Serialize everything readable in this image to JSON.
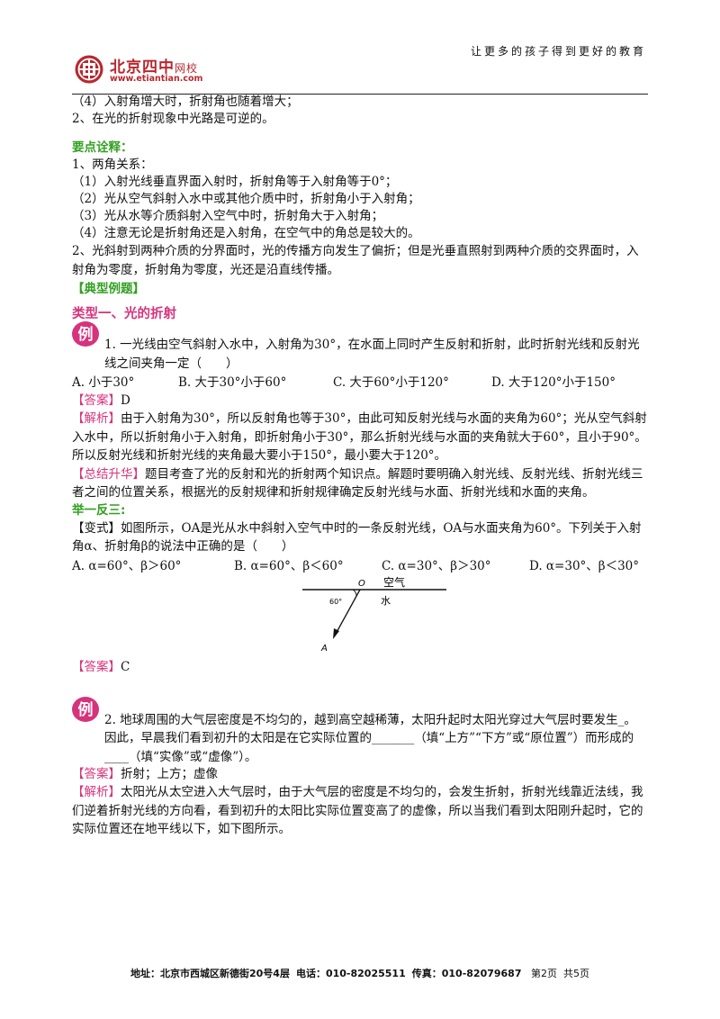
{
  "header": {
    "slogan": "让更多的孩子得到更好的教育",
    "logo_cn": "北京四中",
    "logo_sub": "网校",
    "logo_url": "www.etiantian.com"
  },
  "intro": {
    "line1": "（4）入射角增大时，折射角也随着增大；",
    "line2": "2、在光的折射现象中光路是可逆的。"
  },
  "key_points": {
    "title": "要点诠释：",
    "items": [
      "1、两角关系：",
      "（1）入射光线垂直界面入射时，折射角等于入射角等于0°；",
      "（2）光从空气斜射入水中或其他介质中时，折射角小于入射角；",
      "（3）光从水等介质斜射入空气中时，折射角大于入射角；",
      "（4）注意无论是折射角还是入射角，在空气中的角总是较大的。"
    ],
    "para2": "2、光斜射到两种介质的分界面时，光的传播方向发生了偏折；但是光垂直照射到两种介质的交界面时，入射角为零度，折射角为零度，光还是沿直线传播。"
  },
  "typical_title": "【典型例题】",
  "type1_title": "类型一、光的折射",
  "badge_label": "例",
  "ex1": {
    "question": "1. 一光线由空气斜射入水中，入射角为30°，在水面上同时产生反射和折射，此时折射光线和反射光线之间夹角一定（　　）",
    "options": [
      "A. 小于30°",
      "B. 大于30°小于60°",
      "C. 大于60°小于120°",
      "D. 大于120°小于150°"
    ],
    "answer_tag": "【答案】",
    "answer": "D",
    "analysis_tag": "【解析】",
    "analysis": "由于入射角为30°，所以反射角也等于30°，由此可知反射光线与水面的夹角为60°；光从空气斜射入水中，所以折射角小于入射角，即折射角小于30°，那么折射光线与水面的夹角就大于60°，且小于90°。所以反射光线和折射光线的夹角最大要小于150°，最小要大于120°。",
    "summary_tag": "【总结升华】",
    "summary": "题目考查了光的反射和光的折射两个知识点。解题时要明确入射光线、反射光线、折射光线三者之间的位置关系，根据光的反射规律和折射规律确定反射光线与水面、折射光线和水面的夹角。"
  },
  "variant": {
    "title": "举一反三:",
    "tag": "【变式】",
    "question": "如图所示，OA是光从水中斜射入空气中时的一条反射光线，OA与水面夹角为60°。下列关于入射角α、折射角β的说法中正确的是（　　）",
    "options": [
      "A. α=60°、β＞60°",
      "B. α=60°、β＜60°",
      "C. α=30°、β＞30°",
      "D. α=30°、β＜30°"
    ],
    "answer_tag": "【答案】",
    "answer": "C",
    "figure": {
      "label_o": "O",
      "label_air": "空气",
      "label_water": "水",
      "label_angle": "60°",
      "label_a": "A"
    }
  },
  "ex2": {
    "question": "2. 地球周围的大气层密度是不均匀的，越到高空越稀薄，太阳升起时太阳光穿过大气层时要发生_。因此，早晨我们看到初升的太阳是在它实际位置的_______（填“上方”“下方”或“原位置”）而形成的____（填“实像”或“虚像”）。",
    "answer_tag": "【答案】",
    "answer": "折射；上方；虚像",
    "analysis_tag": "【解析】",
    "analysis": "太阳光从太空进入大气层时，由于大气层的密度是不均匀的，会发生折射，折射光线靠近法线，我们逆着折射光线的方向看，看到初升的太阳比实际位置变高了的虚像，所以当我们看到太阳刚升起时，它的实际位置还在地平线以下，如下图所示。"
  },
  "footer": {
    "address": "地址：北京市西城区新德街20号4层",
    "phone": "电话：010-82025511",
    "fax": "传真：010-82079687",
    "page": "第2页",
    "total": "共5页"
  }
}
